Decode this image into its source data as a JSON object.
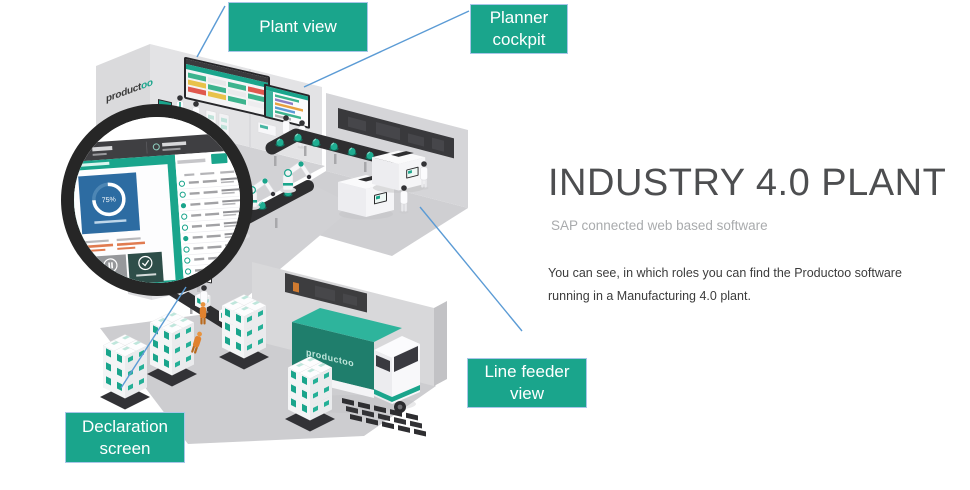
{
  "callouts": {
    "plant_view": "Plant view",
    "planner_cockpit": "Planner cockpit",
    "line_feeder_view": "Line feeder view",
    "declaration_screen": "Declaration screen"
  },
  "hero": {
    "title": "INDUSTRY 4.0 PLANT",
    "subtitle": "SAP connected web based software",
    "description": "You can see, in which roles you can find the Productoo software running in a Manufacturing 4.0 plant."
  },
  "magnifier": {
    "progress_label": "75%"
  },
  "branding": {
    "wall_logo_prefix": "product",
    "wall_logo_suffix": "oo",
    "truck_logo": "productoo"
  },
  "colors": {
    "teal": "#1aa58c",
    "callout_line": "#5b9bd5",
    "title": "#4d4e50",
    "subtitle": "#a9abad",
    "body_text": "#3c3c3c",
    "magnifier_ring": "#262626",
    "progress_tile_blue": "#2d6ca2",
    "alert_tile_red": "#e85c50",
    "truck_teal_dark": "#1f7e6c",
    "truck_teal_light": "#2eb49c"
  }
}
